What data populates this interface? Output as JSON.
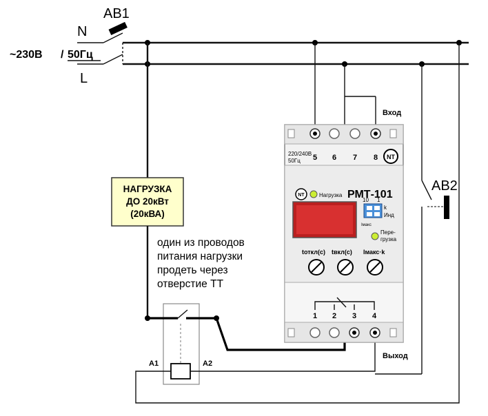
{
  "supply": {
    "breaker": "АВ1",
    "neutral": "N",
    "line": "L",
    "voltage": "~230В",
    "frequency": "50Гц"
  },
  "load": {
    "line1": "НАГРУЗКА",
    "line2": "ДО 20кВт",
    "line3": "(20кВА)"
  },
  "note": {
    "line1": "один из проводов",
    "line2": "питания нагрузки",
    "line3": "продеть через",
    "line4": "отверстие ТТ"
  },
  "relay": {
    "model": "РМТ-101",
    "input_label": "Вход",
    "output_label": "Выход",
    "supply_rating_1": "220/240В",
    "supply_rating_2": "50Гц",
    "terminals_top": [
      "5",
      "6",
      "7",
      "8"
    ],
    "terminals_bottom": [
      "1",
      "2",
      "3",
      "4"
    ],
    "load_led": "Нагрузка",
    "overload_led_1": "Пере-",
    "overload_led_2": "грузка",
    "switch_10": "10",
    "switch_1": "1",
    "switch_k": "k",
    "switch_ind": "Инд",
    "switch_max": "Iмакс",
    "knob1": "tоткл(с)",
    "knob2": "tвкл(с)",
    "knob3": "Iмакс·k",
    "logo": "NT"
  },
  "contactor": {
    "a1": "A1",
    "a2": "A2"
  },
  "breaker2": {
    "label": "АВ2"
  }
}
